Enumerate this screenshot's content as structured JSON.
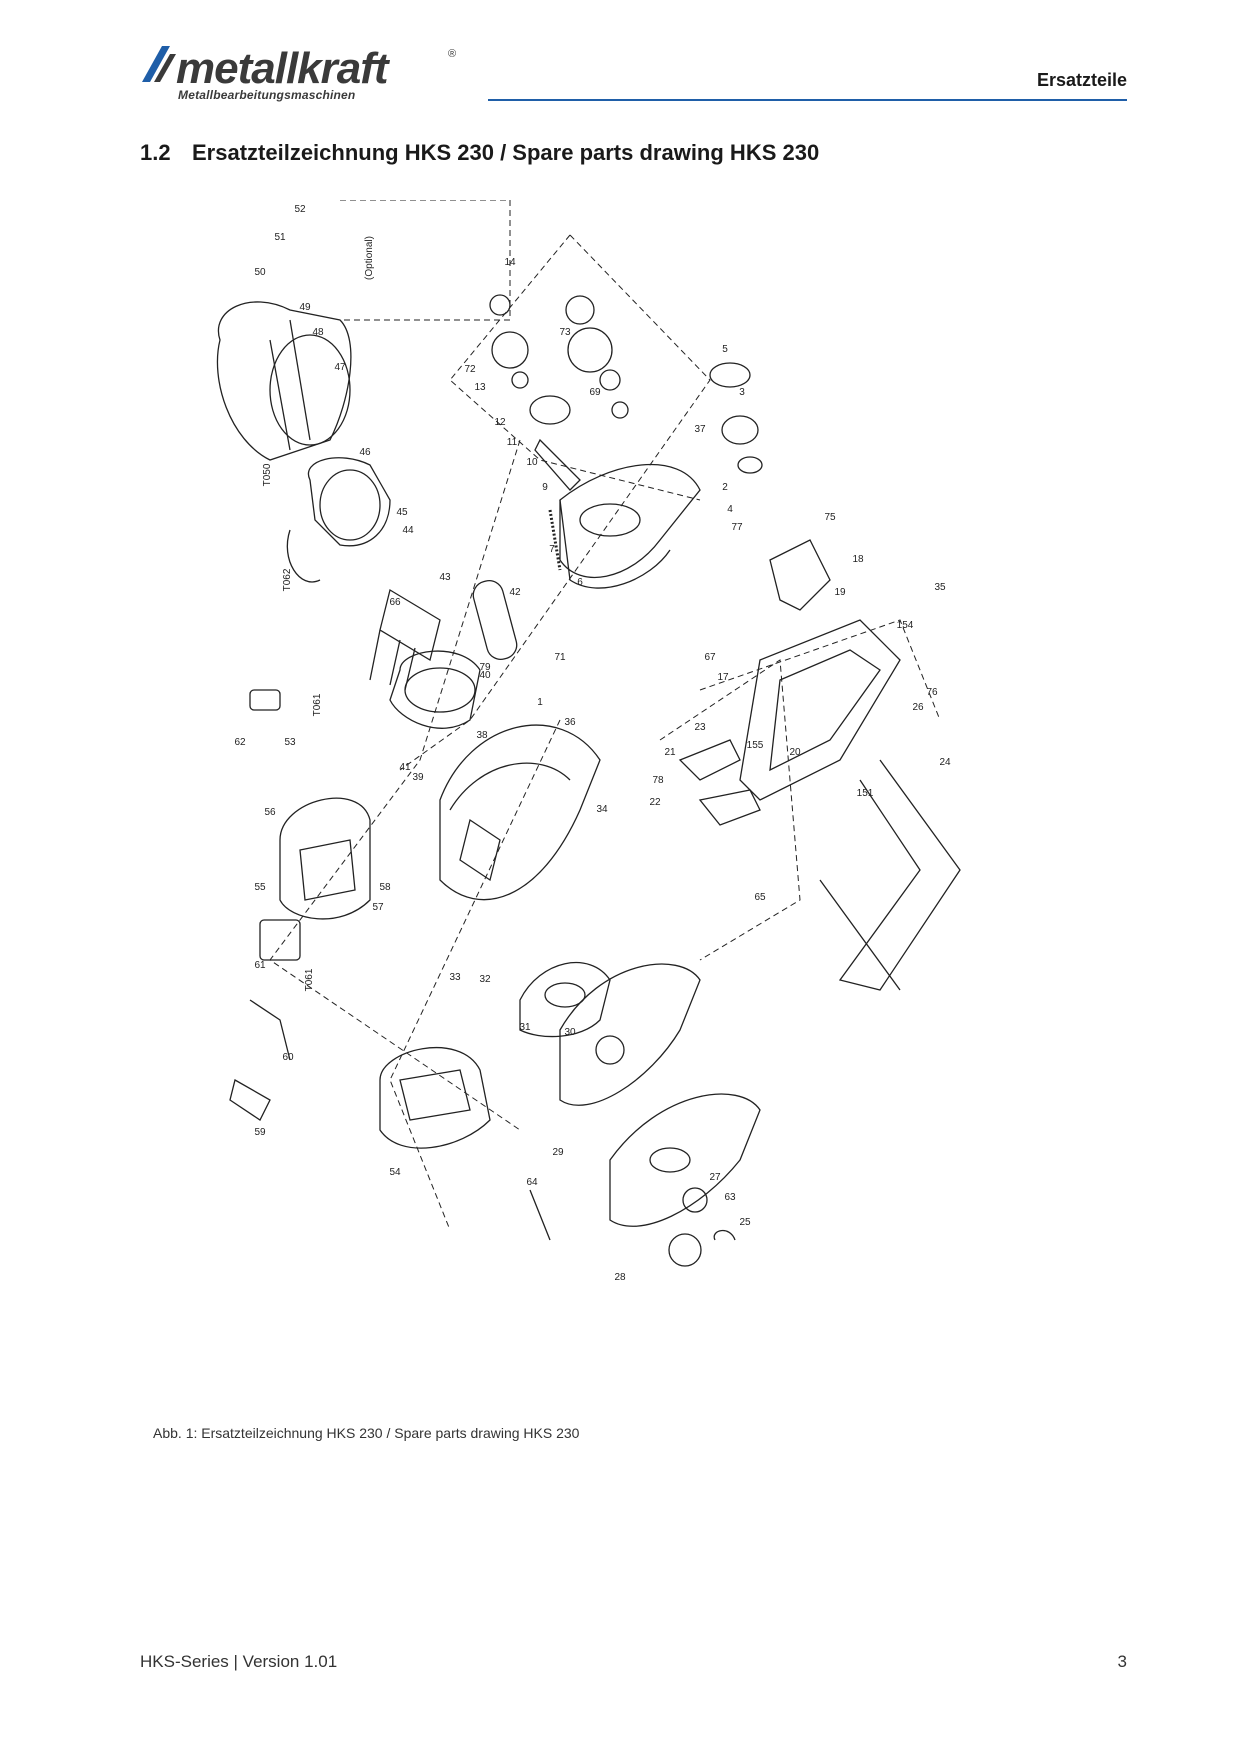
{
  "header": {
    "logo_text": "metallkraft",
    "logo_subtitle": "Metallbearbeitungsmaschinen",
    "section_label": "Ersatzteile",
    "accent_color": "#1f5ea8"
  },
  "section": {
    "number": "1.2",
    "title": "Ersatzteilzeichnung HKS 230 / Spare parts drawing HKS 230"
  },
  "drawing": {
    "optional_label": "(Optional)",
    "part_labels": [
      "52",
      "51",
      "50",
      "49",
      "48",
      "47",
      "46",
      "45",
      "44",
      "43",
      "42",
      "14",
      "72",
      "13",
      "12",
      "11",
      "10",
      "9",
      "73",
      "69",
      "5",
      "3",
      "37",
      "2",
      "4",
      "77",
      "6",
      "7",
      "75",
      "18",
      "19",
      "35",
      "40",
      "1",
      "36",
      "38",
      "39",
      "41",
      "53",
      "56",
      "55",
      "57",
      "58",
      "61",
      "62",
      "60",
      "59",
      "54",
      "33",
      "32",
      "31",
      "30",
      "29",
      "28",
      "27",
      "25",
      "63",
      "64",
      "34",
      "65",
      "67",
      "17",
      "20",
      "21",
      "22",
      "23",
      "24",
      "26",
      "66",
      "78",
      "155",
      "151",
      "154",
      "79",
      "71",
      "76"
    ],
    "wire_labels": [
      "T050",
      "T062",
      "T061",
      "T061"
    ]
  },
  "caption": "Abb. 1: Ersatzteilzeichnung HKS 230 / Spare parts drawing HKS 230",
  "footer": {
    "series": "HKS-Series | Version 1.01",
    "page_number": "3"
  }
}
